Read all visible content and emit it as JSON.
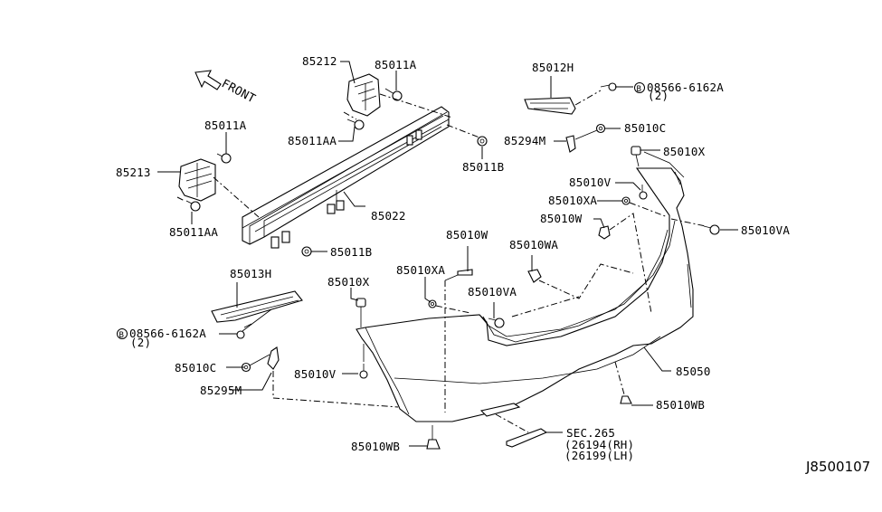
{
  "diagram": {
    "type": "exploded-parts-diagram",
    "subject": "Rear bumper assembly",
    "direction_indicator": "FRONT",
    "diagram_code": "J8500107",
    "callouts": [
      {
        "id": "c1",
        "text": "85212"
      },
      {
        "id": "c2",
        "text": "85011A"
      },
      {
        "id": "c3",
        "text": "85011AA"
      },
      {
        "id": "c4",
        "text": "85011B"
      },
      {
        "id": "c5",
        "text": "85011A"
      },
      {
        "id": "c6",
        "text": "85213"
      },
      {
        "id": "c7",
        "text": "85011AA"
      },
      {
        "id": "c8",
        "text": "85022"
      },
      {
        "id": "c9",
        "text": "85011B"
      },
      {
        "id": "c10",
        "text": "85012H"
      },
      {
        "id": "c11",
        "text": "08566-6162A",
        "marker": "B",
        "qty": "(2)"
      },
      {
        "id": "c12",
        "text": "85294M"
      },
      {
        "id": "c13",
        "text": "85010C"
      },
      {
        "id": "c14",
        "text": "85010X"
      },
      {
        "id": "c15",
        "text": "85010V"
      },
      {
        "id": "c16",
        "text": "85010XA"
      },
      {
        "id": "c17",
        "text": "85010W"
      },
      {
        "id": "c18",
        "text": "85010VA"
      },
      {
        "id": "c19",
        "text": "85010W"
      },
      {
        "id": "c20",
        "text": "85010WA"
      },
      {
        "id": "c21",
        "text": "85010XA"
      },
      {
        "id": "c22",
        "text": "85010VA"
      },
      {
        "id": "c23",
        "text": "85013H"
      },
      {
        "id": "c24",
        "text": "85010X"
      },
      {
        "id": "c25",
        "text": "08566-6162A",
        "marker": "B",
        "qty": "(2)"
      },
      {
        "id": "c26",
        "text": "85010C"
      },
      {
        "id": "c27",
        "text": "85295M"
      },
      {
        "id": "c28",
        "text": "85010V"
      },
      {
        "id": "c29",
        "text": "85050"
      },
      {
        "id": "c30",
        "text": "85010WB"
      },
      {
        "id": "c31",
        "text": "85010WB"
      },
      {
        "id": "c32",
        "text": "SEC.265",
        "lines": [
          "(26194(RH)",
          "(26199(LH)"
        ]
      }
    ]
  }
}
